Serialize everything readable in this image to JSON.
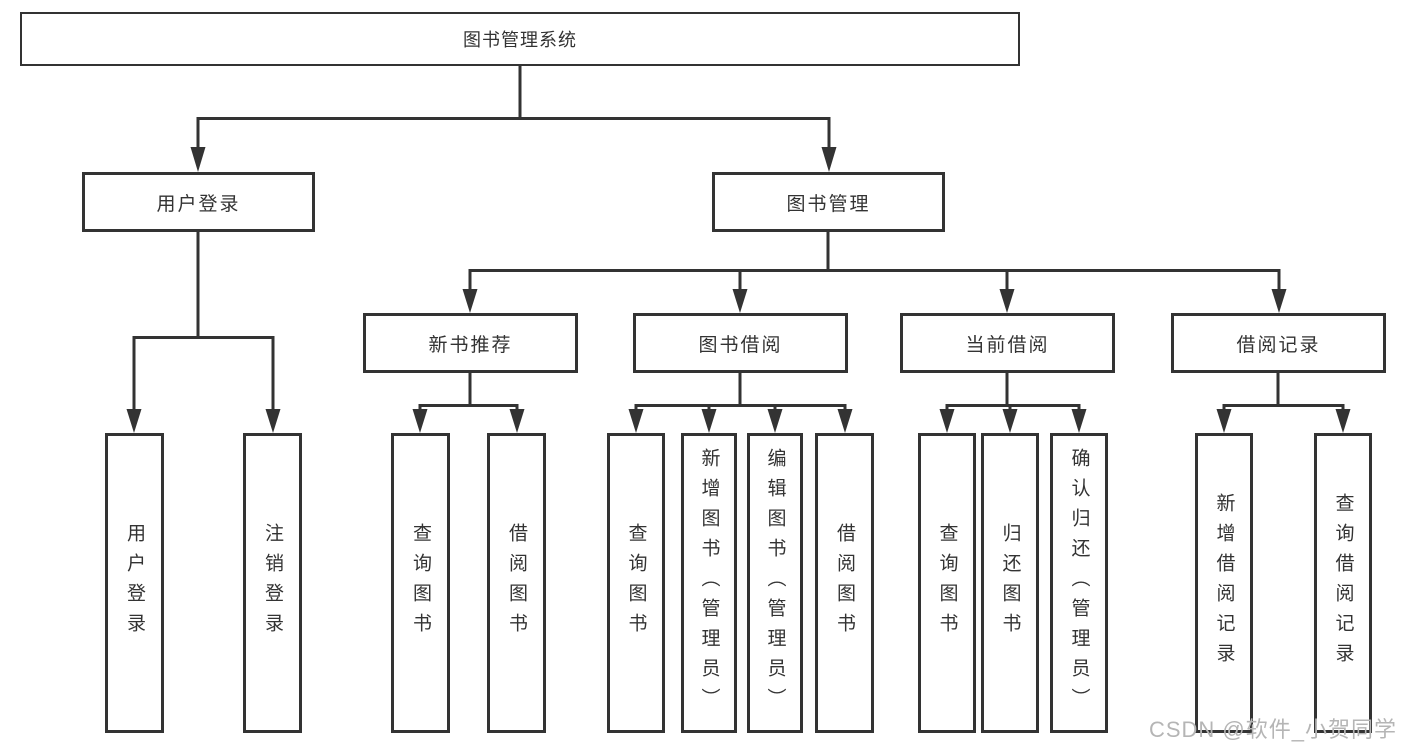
{
  "tree": {
    "root": {
      "label": "图书管理系统",
      "children": [
        {
          "label": "用户登录",
          "children": [
            {
              "label": "用户登录"
            },
            {
              "label": "注销登录"
            }
          ]
        },
        {
          "label": "图书管理",
          "children": [
            {
              "label": "新书推荐",
              "children": [
                {
                  "label": "查询图书"
                },
                {
                  "label": "借阅图书"
                }
              ]
            },
            {
              "label": "图书借阅",
              "children": [
                {
                  "label": "查询图书"
                },
                {
                  "label": "新增图书（管理员）"
                },
                {
                  "label": "编辑图书（管理员）"
                },
                {
                  "label": "借阅图书"
                }
              ]
            },
            {
              "label": "当前借阅",
              "children": [
                {
                  "label": "查询图书"
                },
                {
                  "label": "归还图书"
                },
                {
                  "label": "确认归还（管理员）"
                }
              ]
            },
            {
              "label": "借阅记录",
              "children": [
                {
                  "label": "新增借阅记录"
                },
                {
                  "label": "查询借阅记录"
                }
              ]
            }
          ]
        }
      ]
    }
  },
  "watermark": {
    "text": "CSDN @软件_小贺同学"
  },
  "colors": {
    "line": "#333333",
    "text": "#333333",
    "watermark": "#b5b5b5",
    "background": "#ffffff"
  }
}
